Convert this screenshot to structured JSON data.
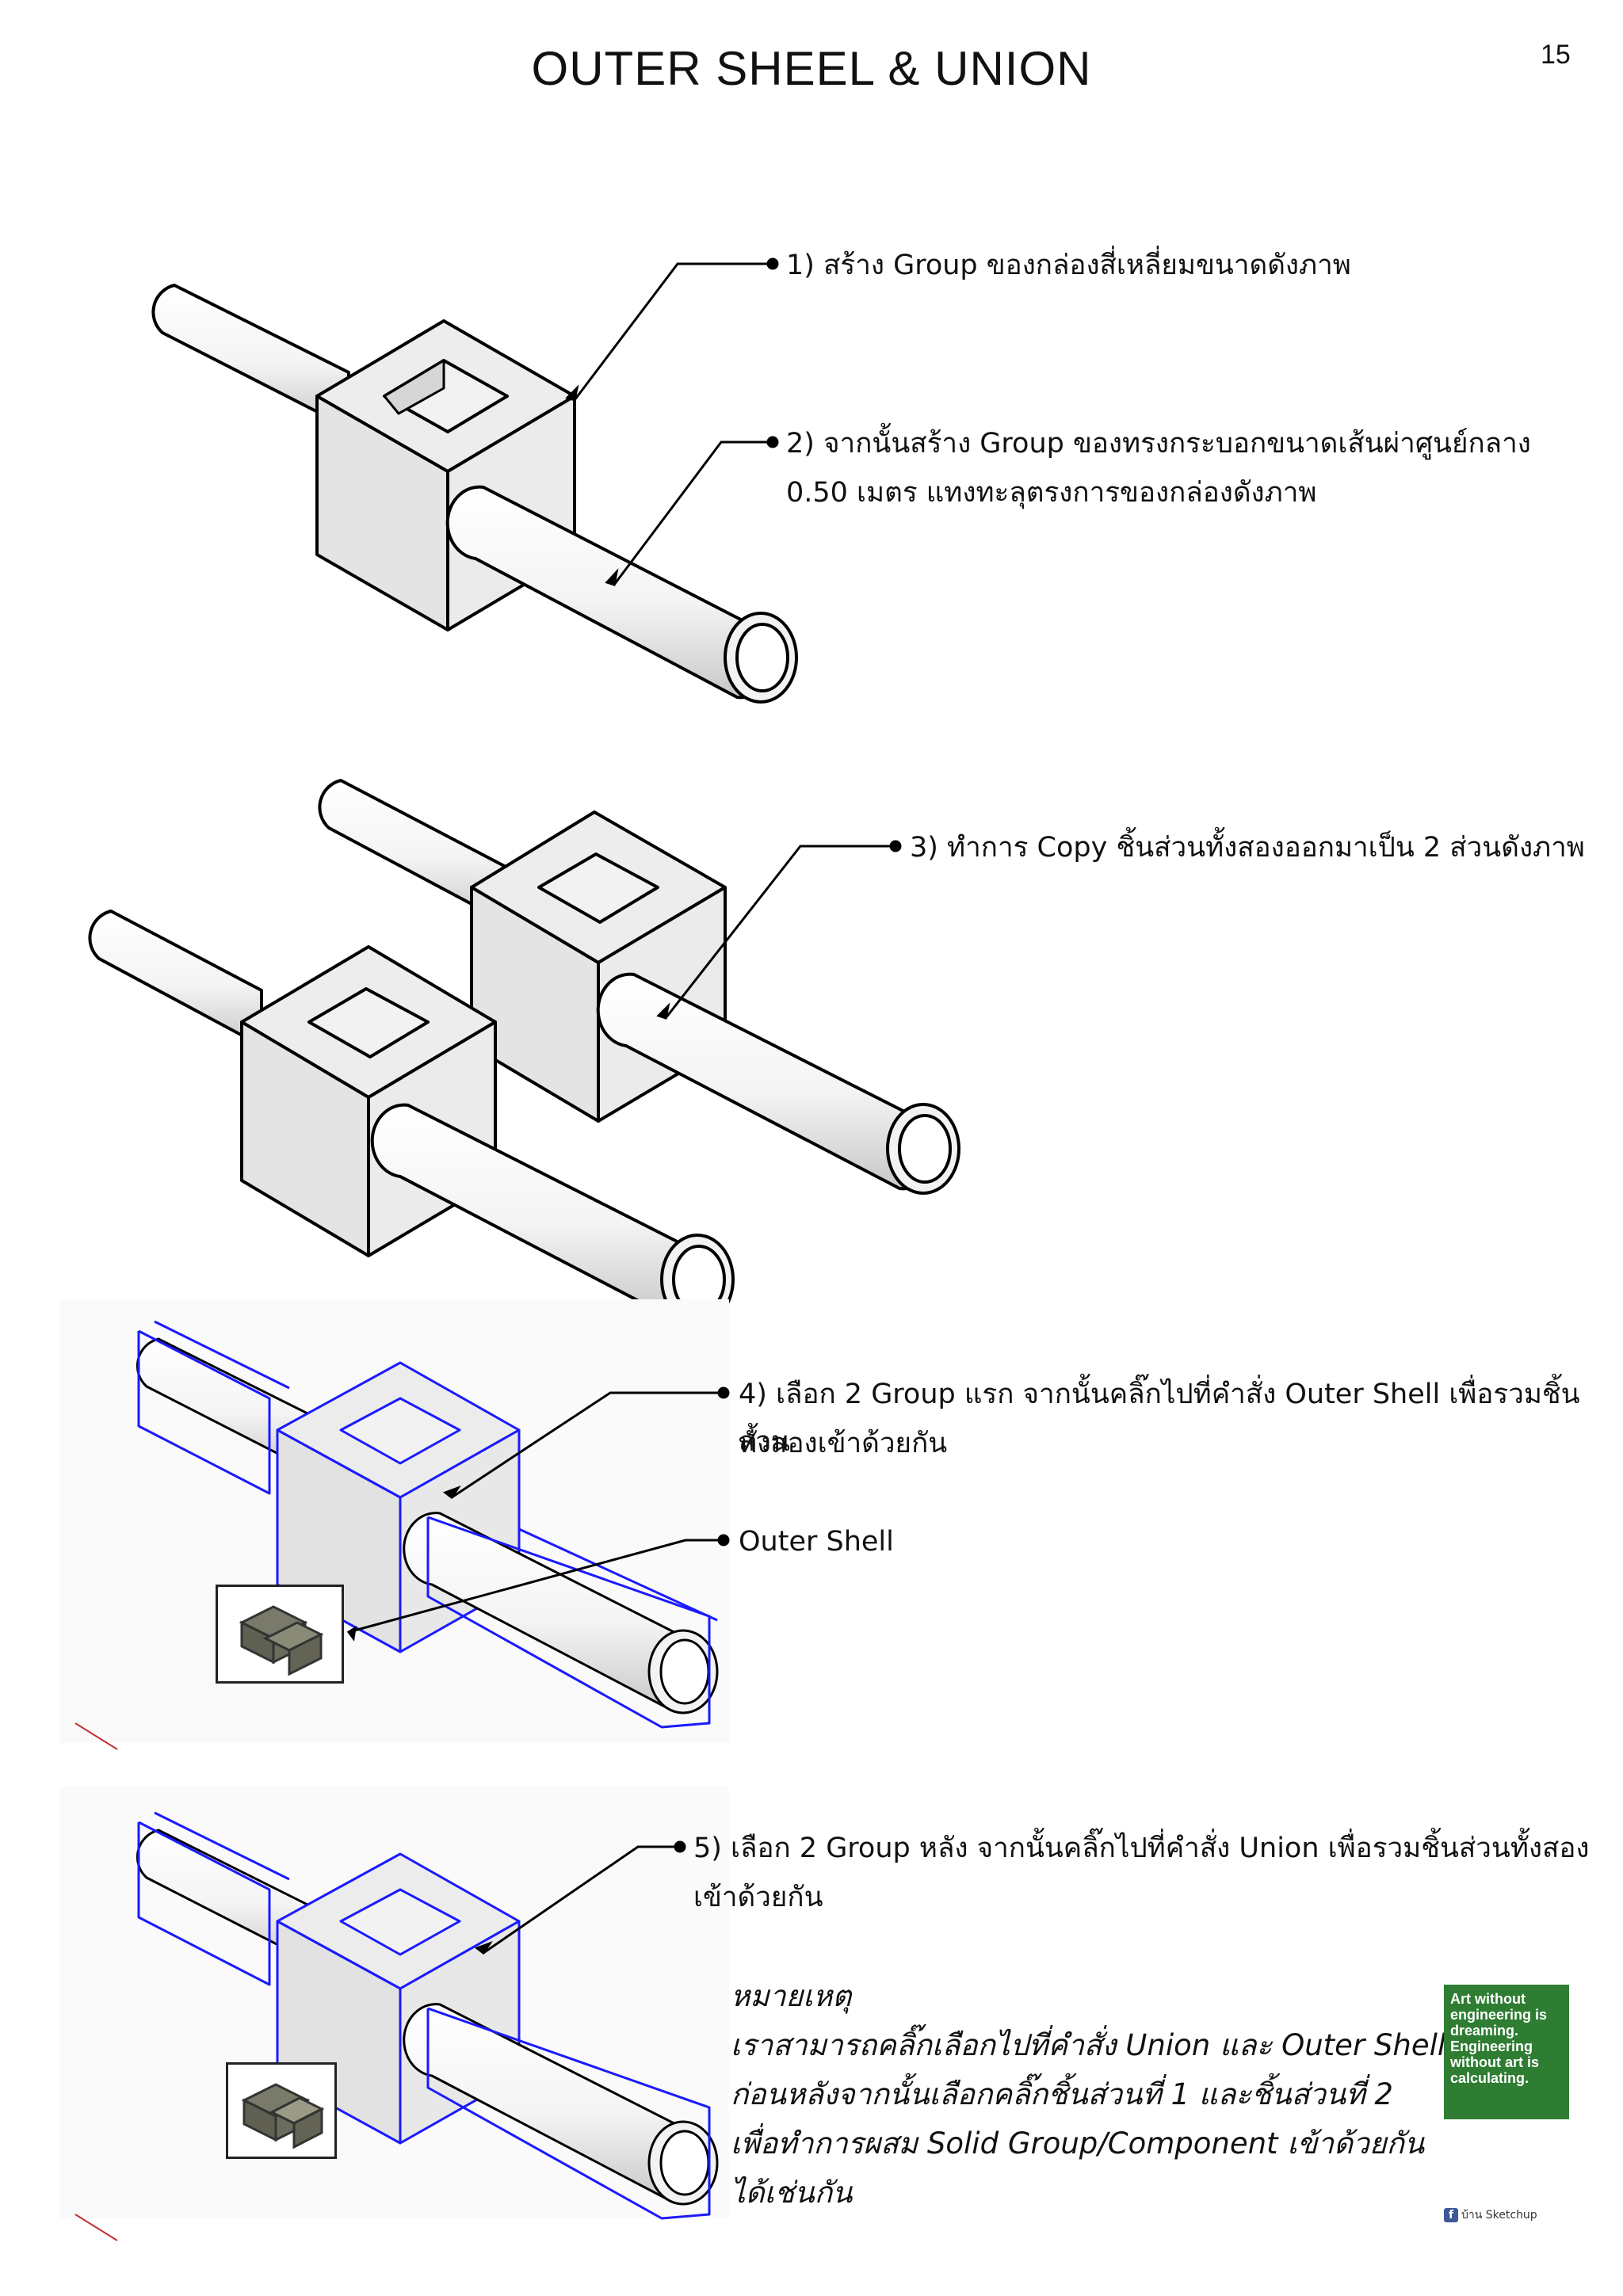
{
  "header": {
    "title": "OUTER SHEEL & UNION",
    "page_number": "15"
  },
  "steps": {
    "s1": "1) สร้าง Group ของกล่องสี่เหลี่ยมขนาดดังภาพ",
    "s2_line1": "2) จากนั้นสร้าง Group ของทรงกระบอกขนาดเส้นผ่าศูนย์กลาง",
    "s2_line2": "0.50 เมตร แทงทะลุตรงการของกล่องดังภาพ",
    "s3": "3) ทำการ Copy ชิ้นส่วนทั้งสองออกมาเป็น 2 ส่วนดังภาพ",
    "s4_line1": "4) เลือก 2  Group แรก จากนั้นคลิ๊กไปที่คำสั่ง Outer Shell เพื่อรวมชิ้นส่วน",
    "s4_line2": "ทั้งสองเข้าด้วยกัน",
    "outer_shell_label": "Outer Shell",
    "s5_line1": "5) เลือก 2 Group หลัง จากนั้นคลิ๊กไปที่คำสั่ง Union เพื่อรวมชิ้นส่วนทั้งสอง",
    "s5_line2": "เข้าด้วยกัน"
  },
  "note": {
    "heading": "หมายเหตุ",
    "line1": "เราสามารถคลิ๊กเลือกไปที่คำสั่ง Union และ Outer Shell",
    "line2": "ก่อนหลังจากนั้นเลือกคลิ๊กชิ้นส่วนที่ 1 และชิ้นส่วนที่ 2",
    "line3": "เพื่อทำการผสม Solid Group/Component เข้าด้วยกัน",
    "line4": "ได้เช่นกัน"
  },
  "promo": {
    "quote": "Art without engineering is dreaming. Engineering without art is calculating.",
    "fb_label": "บ้าน Sketchup"
  },
  "colors": {
    "selection_blue": "#1a1aff",
    "shape_fill": "#e6e6e6",
    "promo_green": "#2e7d32"
  }
}
